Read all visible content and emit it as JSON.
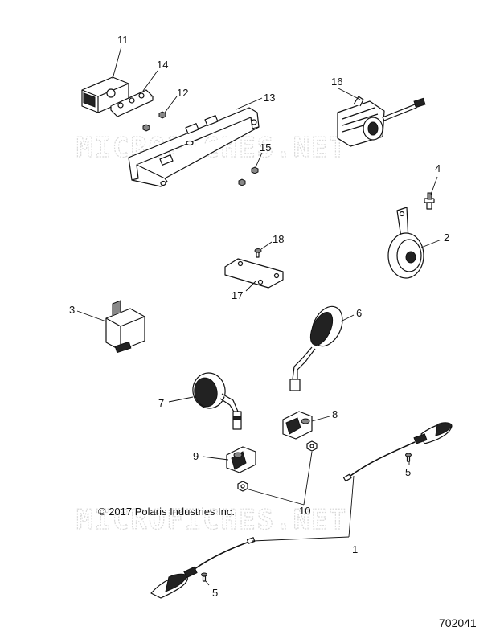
{
  "watermark": "MICROFICHES.NET",
  "copyright": "© 2017 Polaris Industries Inc.",
  "document_number": "702041",
  "callouts": {
    "c1": "1",
    "c2": "2",
    "c3": "3",
    "c4": "4",
    "c5a": "5",
    "c5b": "5",
    "c6": "6",
    "c7": "7",
    "c8": "8",
    "c9": "9",
    "c10": "10",
    "c11": "11",
    "c12": "12",
    "c13": "13",
    "c14": "14",
    "c15": "15",
    "c16": "16",
    "c17": "17",
    "c18": "18"
  }
}
